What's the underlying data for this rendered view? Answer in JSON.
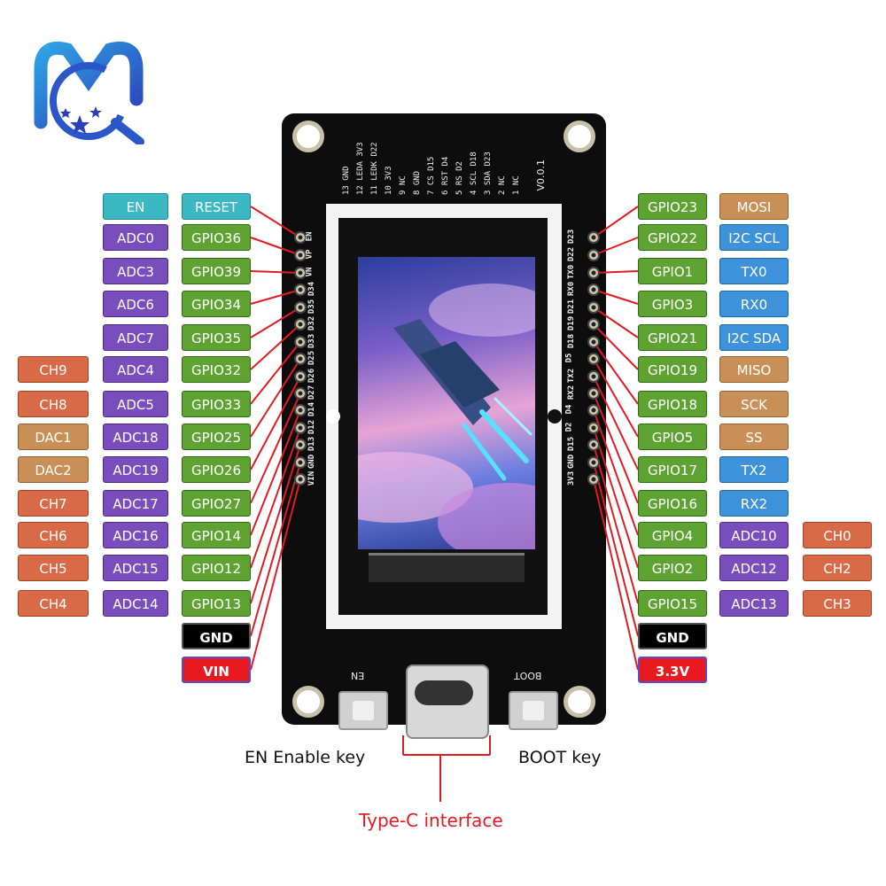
{
  "left_col_ch": [
    "CH9",
    "CH8",
    "DAC1",
    "DAC2",
    "CH7",
    "CH6",
    "CH5",
    "CH4"
  ],
  "left_col_adc": [
    "EN",
    "ADC0",
    "ADC3",
    "ADC6",
    "ADC7",
    "ADC4",
    "ADC5",
    "ADC18",
    "ADC19",
    "ADC17",
    "ADC16",
    "ADC15",
    "ADC14"
  ],
  "left_col_gpio": [
    "RESET",
    "GPIO36",
    "GPIO39",
    "GPIO34",
    "GPIO35",
    "GPIO32",
    "GPIO33",
    "GPIO25",
    "GPIO26",
    "GPIO27",
    "GPIO14",
    "GPIO12",
    "GPIO13"
  ],
  "left_power": [
    "GND",
    "VIN"
  ],
  "right_col_gpio": [
    "GPIO23",
    "GPIO22",
    "GPIO1",
    "GPIO3",
    "GPIO21",
    "GPIO19",
    "GPIO18",
    "GPIO5",
    "GPIO17",
    "GPIO16",
    "GPIO4",
    "GPIO2",
    "GPIO15"
  ],
  "right_col_func": [
    "MOSI",
    "I2C SCL",
    "TX0",
    "RX0",
    "I2C SDA",
    "MISO",
    "SCK",
    "SS",
    "TX2",
    "RX2",
    "ADC10",
    "ADC12",
    "ADC13"
  ],
  "right_col_ch": [
    "CH0",
    "CH2",
    "CH3"
  ],
  "right_power": [
    "GND",
    "3.3V"
  ],
  "board": {
    "version": "V0.0.1",
    "left_pins": [
      "EN",
      "VP",
      "VN",
      "D34",
      "D35",
      "D32",
      "D33",
      "D25",
      "D26",
      "D27",
      "D14",
      "D12",
      "D13",
      "GND",
      "VIN"
    ],
    "right_pins": [
      "D23",
      "D22",
      "TX0",
      "RX0",
      "D21",
      "D19",
      "D18",
      "D5",
      "TX2",
      "RX2",
      "D4",
      "D2",
      "D15",
      "GND",
      "3V3"
    ],
    "en_button": "EN",
    "boot_button": "BOOT",
    "header_col1": [
      "13 GND",
      "12 LEDA 3V3",
      "11 LEDK D22",
      "10 3V3",
      "9 NC",
      "8 GND",
      "7 CS D15",
      "6 RST D4",
      "5 RS D2",
      "4 SCL D18",
      "3 SDA D23",
      "2 NC",
      "1 NC"
    ]
  },
  "captions": {
    "en_key": "EN Enable key",
    "boot_key": "BOOT key",
    "typec": "Type-C interface"
  },
  "colors": {
    "gpio": "#5ea332",
    "adc": "#7a4dbd",
    "ch": "#d96a47",
    "dac": "#c88f57",
    "comm": "#3d92d9",
    "spi": "#c88f57",
    "reset": "#3cb8c2",
    "leader": "#e21b23"
  }
}
